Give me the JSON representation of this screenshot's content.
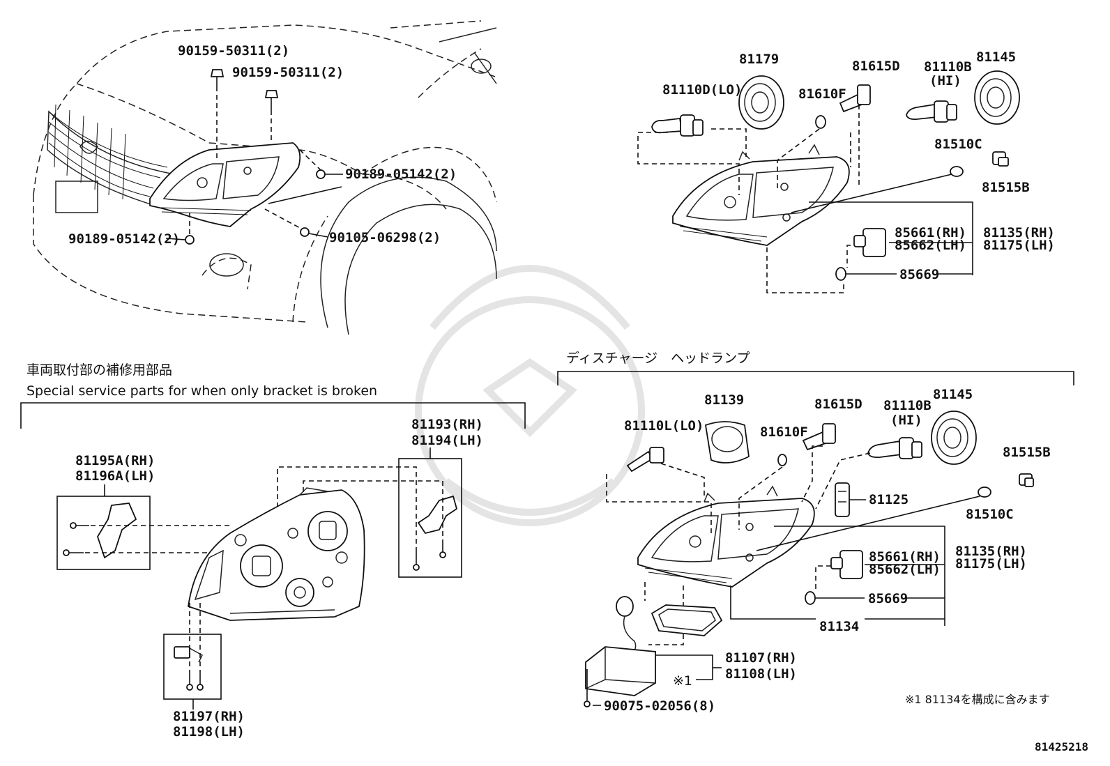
{
  "overview": {
    "labels": [
      "90159-50311(2)",
      "90159-50311(2)",
      "90189-05142(2)",
      "90189-05142(2)",
      "90105-06298(2)"
    ]
  },
  "halogen": {
    "labels": [
      "81179",
      "81615D",
      "81110B",
      "(HI)",
      "81145",
      "81110D(LO)",
      "81610F",
      "81510C",
      "81515B",
      "85661(RH)",
      "85662(LH)",
      "81135(RH)",
      "81175(LH)",
      "85669"
    ]
  },
  "bracket": {
    "title_jp": "車両取付部の補修用部品",
    "title_en": "Special service parts for when only bracket is broken",
    "labels": [
      "81193(RH)",
      "81194(LH)",
      "81195A(RH)",
      "81196A(LH)",
      "81197(RH)",
      "81198(LH)"
    ]
  },
  "discharge": {
    "title_jp": "ディスチャージ　ヘッドランプ",
    "labels": [
      "81139",
      "81615D",
      "81110B",
      "(HI)",
      "81145",
      "81110L(LO)",
      "81610F",
      "81515B",
      "81125",
      "81510C",
      "85661(RH)",
      "85662(LH)",
      "81135(RH)",
      "81175(LH)",
      "85669",
      "81134",
      "81107(RH)",
      "81108(LH)",
      "※1",
      "90075-02056(8)"
    ],
    "note": "※1 81134を構成に含みます"
  },
  "diagram_code": "81425218",
  "icons": [
    "bolt-icon",
    "screw-icon",
    "nut-icon",
    "headlamp-icon",
    "bulb-icon",
    "socket-icon",
    "dust-cover-icon",
    "actuator-icon",
    "o-ring-icon",
    "gasket-icon",
    "ballast-icon",
    "igniter-icon",
    "bracket-icon"
  ]
}
